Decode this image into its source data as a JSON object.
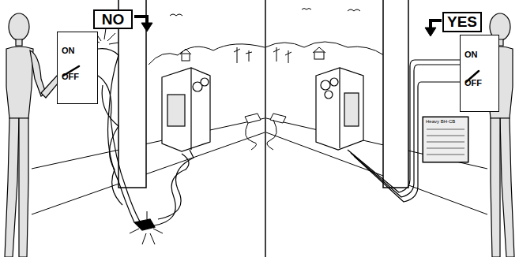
{
  "diagram": {
    "nodes": [
      {
        "text": [
          "NO"
        ]
      },
      {
        "text": [
          "ON",
          "OFF"
        ]
      },
      {
        "text": [
          "YES"
        ]
      },
      {
        "text": [
          "ON",
          "OFF"
        ]
      },
      {
        "text": [
          "Heavy BH-CB"
        ]
      }
    ]
  }
}
